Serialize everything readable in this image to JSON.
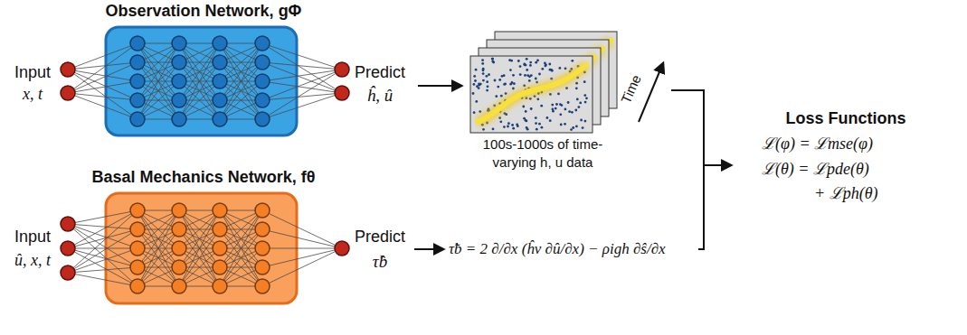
{
  "diagram": {
    "nodes": [
      {
        "text": [
          "Observation Network, gΦ"
        ]
      },
      {
        "text": [
          "100s-1000s of time-varying h, u data"
        ]
      },
      {
        "text": [
          "Basal Mechanics Network, fθ"
        ]
      }
    ],
    "labels": [
      "Input",
      "x, t",
      "Predict",
      "ĥ, û",
      "Time",
      "Input",
      "û, x, t",
      "Predict",
      "τ̂b",
      "τ̃b = 2 ∂/∂x (ĥν ∂û/∂x) − ρigh ∂ŝ/∂x",
      "Loss Functions",
      "ℒ(φ) = ℒmse(φ)",
      "ℒ(θ) = ℒpde(θ)",
      "+ ℒph(θ)"
    ]
  }
}
